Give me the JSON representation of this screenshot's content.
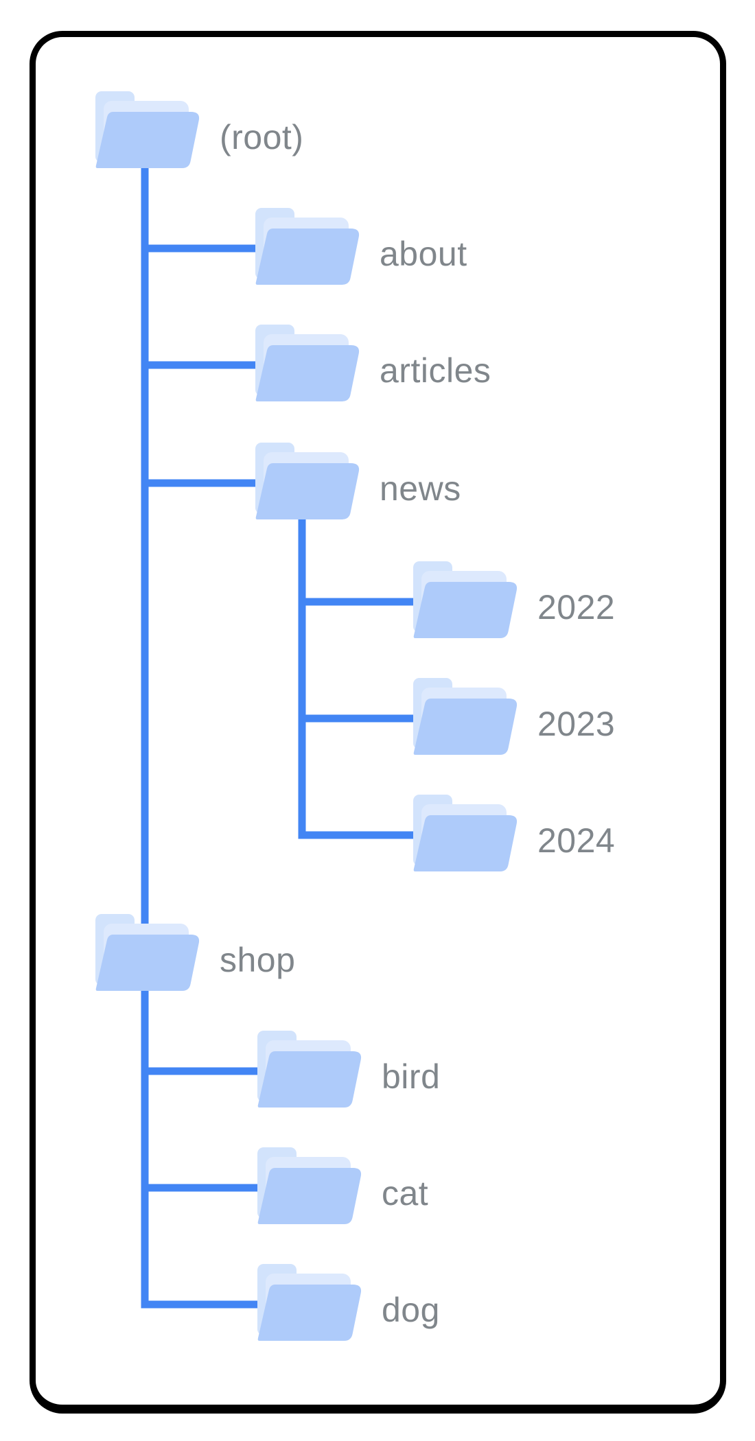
{
  "diagram": {
    "type": "folder-tree",
    "colors": {
      "line": "#4285f4",
      "folder_front": "#aecbfa",
      "folder_back": "#dde9fd",
      "folder_tab": "#d2e3fc",
      "label_text": "#80868b",
      "card_border": "#000000",
      "background": "#ffffff"
    },
    "nodes": [
      {
        "id": "root",
        "label": "(root)",
        "parent": null
      },
      {
        "id": "about",
        "label": "about",
        "parent": "root"
      },
      {
        "id": "articles",
        "label": "articles",
        "parent": "root"
      },
      {
        "id": "news",
        "label": "news",
        "parent": "root"
      },
      {
        "id": "2022",
        "label": "2022",
        "parent": "news"
      },
      {
        "id": "2023",
        "label": "2023",
        "parent": "news"
      },
      {
        "id": "2024",
        "label": "2024",
        "parent": "news"
      },
      {
        "id": "shop",
        "label": "shop",
        "parent": "root"
      },
      {
        "id": "bird",
        "label": "bird",
        "parent": "shop"
      },
      {
        "id": "cat",
        "label": "cat",
        "parent": "shop"
      },
      {
        "id": "dog",
        "label": "dog",
        "parent": "shop"
      }
    ]
  }
}
